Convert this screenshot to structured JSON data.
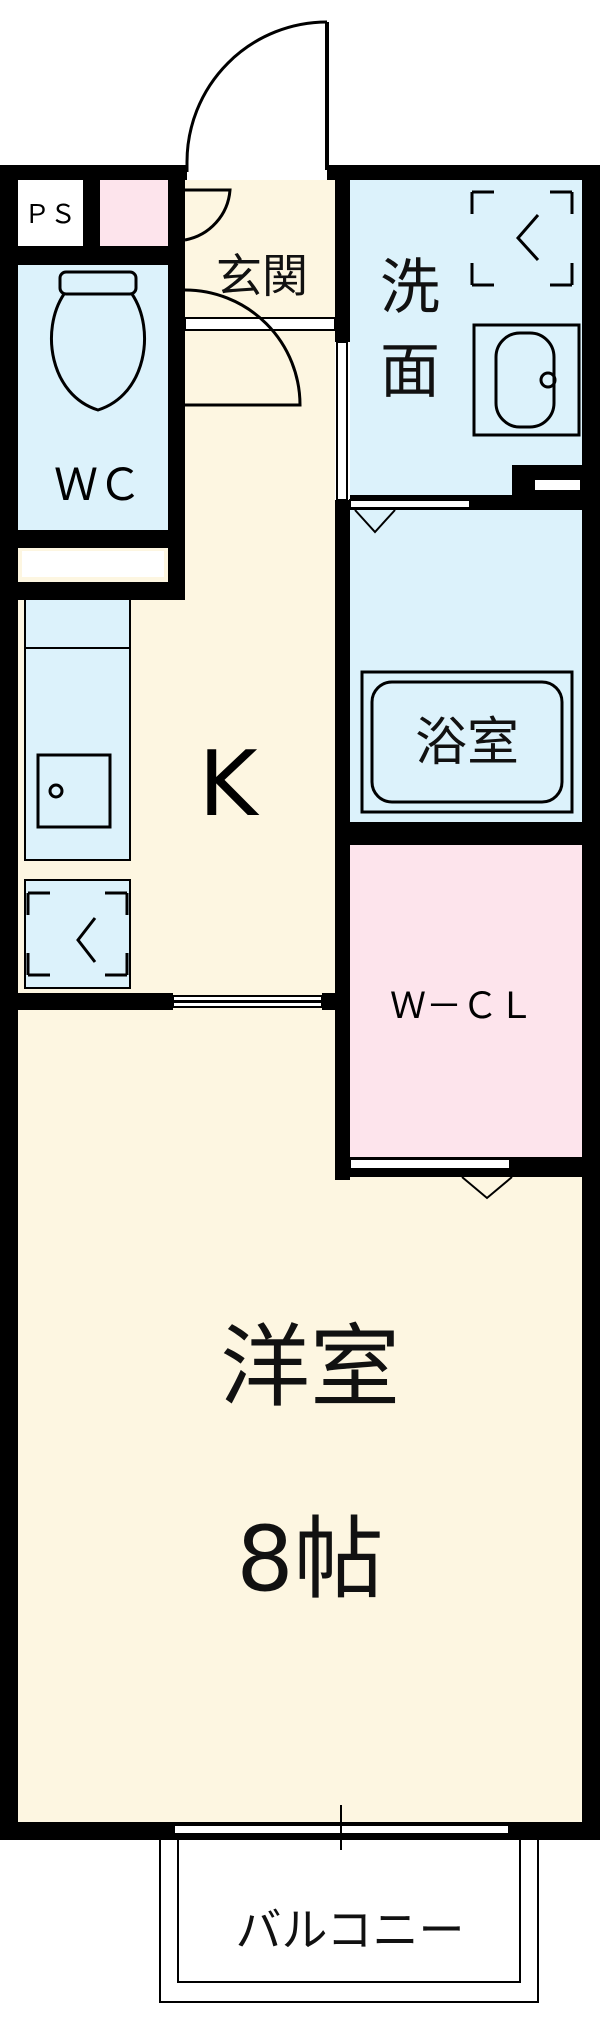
{
  "rooms": {
    "ps": "ＰＳ",
    "genkan": "玄関",
    "senmen_1": "洗",
    "senmen_2": "面",
    "wc": "ＷＣ",
    "kitchen": "K",
    "bath": "浴室",
    "wcl": "Ｗ－ＣＬ",
    "western_1": "洋室",
    "western_2": "8帖",
    "balcony": "バルコニー"
  },
  "colors": {
    "wall": "#000000",
    "floor_cream": "#fdf6e1",
    "floor_blue": "#dcf2fb",
    "floor_pink": "#fde4ec",
    "line": "#222222"
  }
}
